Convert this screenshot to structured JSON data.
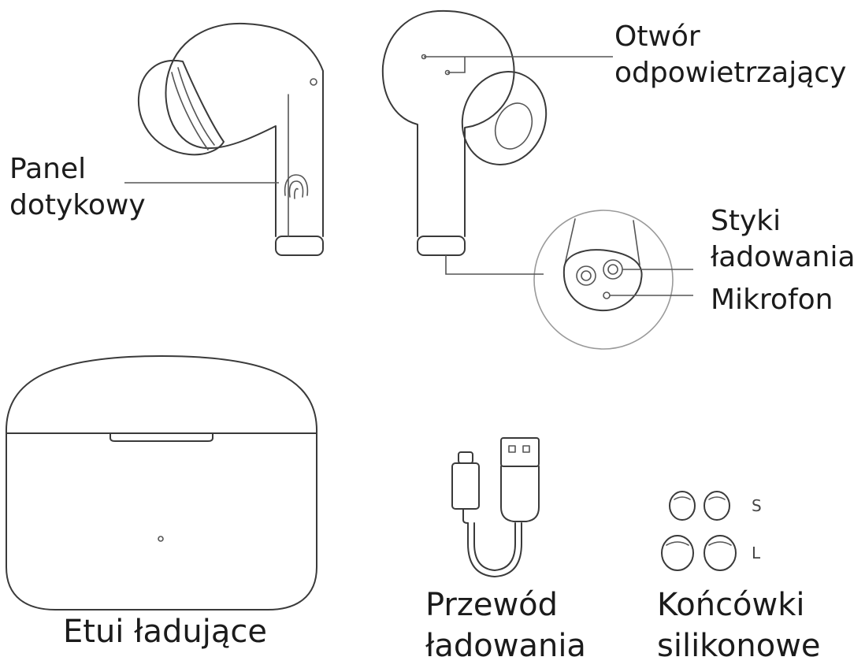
{
  "labels": {
    "vent_line1": "Otwór",
    "vent_line2": "odpowietrzający",
    "touch_line1": "Panel",
    "touch_line2": "dotykowy",
    "contacts_line1": "Styki",
    "contacts_line2": "ładowania",
    "microphone": "Mikrofon",
    "case": "Etui ładujące",
    "cable_line1": "Przewód",
    "cable_line2": "ładowania",
    "tips_line1": "Końcówki",
    "tips_line2": "silikonowe"
  },
  "tip_sizes": {
    "small": "S",
    "large": "L"
  }
}
